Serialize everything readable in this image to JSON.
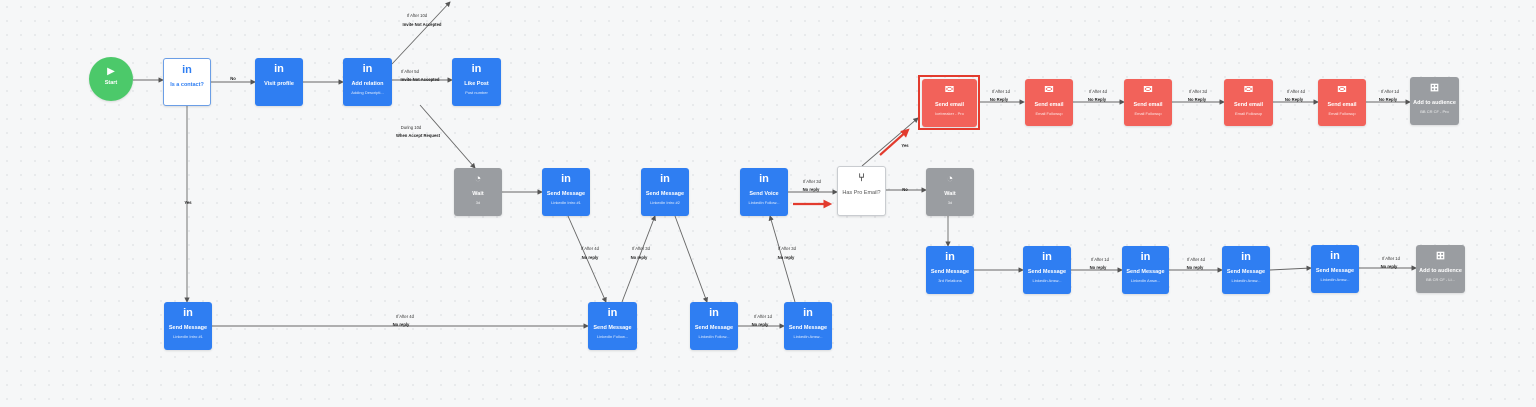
{
  "start": {
    "label": "Start"
  },
  "nodes": {
    "is_connect": {
      "title": "Is a contact?",
      "icon": "in"
    },
    "visit_profile": {
      "title": "Visit profile",
      "icon": "in"
    },
    "add_relation": {
      "title": "Add relation",
      "sub": "Adding Descripti...",
      "icon": "in"
    },
    "like_post": {
      "title": "Like Post",
      "sub": "Post number",
      "icon": "in"
    },
    "wait1": {
      "title": "Wait",
      "sub": "3d",
      "icon": "◔"
    },
    "send_message_a": {
      "title": "Send Message",
      "sub": "LinkedIn Intro #1",
      "icon": "in"
    },
    "send_message_b": {
      "title": "Send Message",
      "sub": "LinkedIn Intro #2",
      "icon": "in"
    },
    "send_voice": {
      "title": "Send Voice",
      "sub": "LinkedIn Follow...",
      "icon": "in"
    },
    "send_message_bottom": {
      "title": "Send Message",
      "sub": "LinkedIn Intro #1",
      "icon": "in"
    },
    "send_message_c": {
      "title": "Send Message",
      "sub": "LinkedIn Follow...",
      "icon": "in"
    },
    "send_message_d": {
      "title": "Send Message",
      "sub": "LinkedIn Follow...",
      "icon": "in"
    },
    "send_message_e": {
      "title": "Send Message",
      "sub": "LinkedIn Answ...",
      "icon": "in"
    },
    "has_pro_email": {
      "title": "Has Pro Email?"
    },
    "wait2": {
      "title": "Wait",
      "sub": "3d",
      "icon": "◔"
    },
    "email1": {
      "title": "Send email",
      "sub": "Icebreaker - Pro",
      "icon": "✉"
    },
    "email2": {
      "title": "Send email",
      "sub": "Email Followup",
      "icon": "✉"
    },
    "email3": {
      "title": "Send email",
      "sub": "Email Followup",
      "icon": "✉"
    },
    "email4": {
      "title": "Send email",
      "sub": "Email Followup",
      "icon": "✉"
    },
    "email5": {
      "title": "Send email",
      "sub": "Email Followup",
      "icon": "✉"
    },
    "audience1": {
      "title": "Add to audience",
      "sub": "BB CR CF - Pro",
      "icon": "⊞"
    },
    "msg_row1": {
      "title": "Send Message",
      "sub": "3rd Relations",
      "icon": "in"
    },
    "msg_row2": {
      "title": "Send Message",
      "sub": "LinkedIn Answ...",
      "icon": "in"
    },
    "msg_row3": {
      "title": "Send Message",
      "sub": "LinkedIn Answ...",
      "icon": "in"
    },
    "msg_row4": {
      "title": "Send Message",
      "sub": "LinkedIn Answ...",
      "icon": "in"
    },
    "msg_row5": {
      "title": "Send Message",
      "sub": "LinkedIn Answ...",
      "icon": "in"
    },
    "audience2": {
      "title": "Add to audience",
      "sub": "BB CR CF - Li...",
      "icon": "⊞"
    }
  },
  "labels": {
    "no": "No",
    "yes": "Yes",
    "after_10d": "If After 10d",
    "invite_not_accepted": "Invite Not Accepted",
    "after_5d": "If After 5d",
    "during_10d": "During 10d",
    "when_accept_request": "When Accept Request",
    "after_3d": "If After 3d",
    "after_1d": "If After 1d",
    "after_4d": "If After 4d",
    "no_reply": "No reply",
    "no_reply_cap": "No Reply"
  },
  "colors": {
    "blue": "#2f7ef2",
    "red": "#f2625a",
    "gray": "#9a9da1",
    "green": "#4cc96a",
    "highlight": "#e23b2e"
  }
}
